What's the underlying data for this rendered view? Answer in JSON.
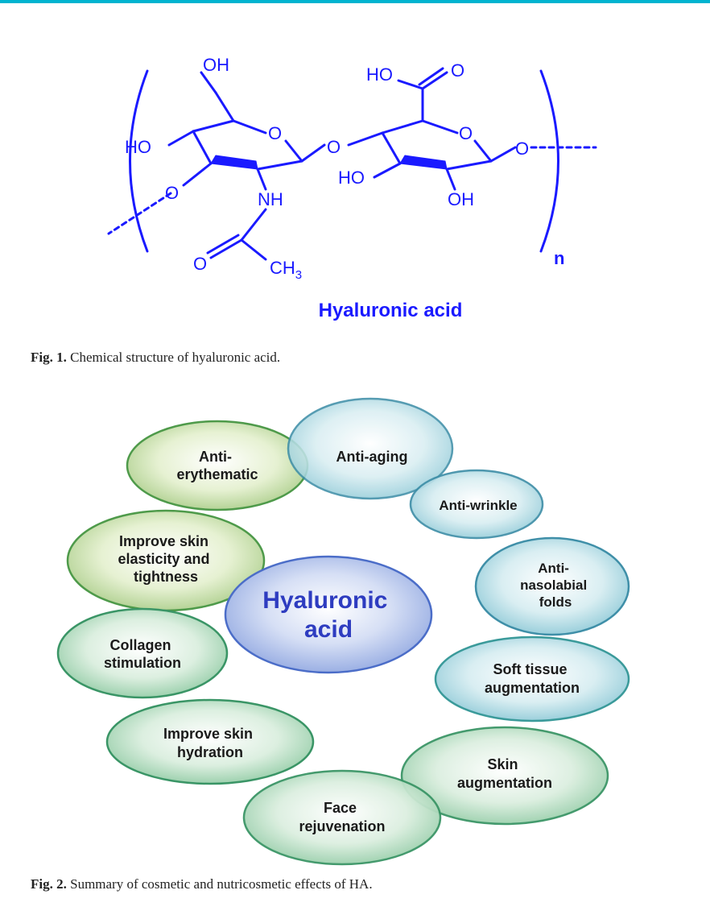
{
  "figure1": {
    "labels": {
      "oh_top": "OH",
      "ho_left": "HO",
      "ring_o1": "O",
      "bridge_o": "O",
      "nh": "NH",
      "o_left": "O",
      "carbonyl_o": "O",
      "ch3": "CH",
      "ch3_sub": "3",
      "ho_acid": "HO",
      "acid_o": "O",
      "ring_o2": "O",
      "o_right": "O",
      "ho_ring2": "HO",
      "oh_ring2": "OH",
      "n": "n"
    },
    "title": "Hyaluronic acid",
    "caption_label": "Fig. 1.",
    "caption_text": " Chemical structure of hyaluronic acid."
  },
  "figure2": {
    "center": [
      "Hyaluronic",
      "acid"
    ],
    "effects": [
      {
        "lines": [
          "Anti-",
          "erythematic"
        ]
      },
      {
        "lines": [
          "Anti-aging"
        ]
      },
      {
        "lines": [
          "Anti-wrinkle"
        ]
      },
      {
        "lines": [
          "Improve skin",
          "elasticity and",
          "tightness"
        ]
      },
      {
        "lines": [
          "Anti-",
          "nasolabial",
          "folds"
        ]
      },
      {
        "lines": [
          "Collagen",
          "stimulation"
        ]
      },
      {
        "lines": [
          "Soft tissue",
          "augmentation"
        ]
      },
      {
        "lines": [
          "Improve skin",
          "hydration"
        ]
      },
      {
        "lines": [
          "Skin",
          "augmentation"
        ]
      },
      {
        "lines": [
          "Face",
          "rejuvenation"
        ]
      }
    ],
    "caption_label": "Fig. 2.",
    "caption_text": " Summary of cosmetic and nutricosmetic effects of HA."
  }
}
